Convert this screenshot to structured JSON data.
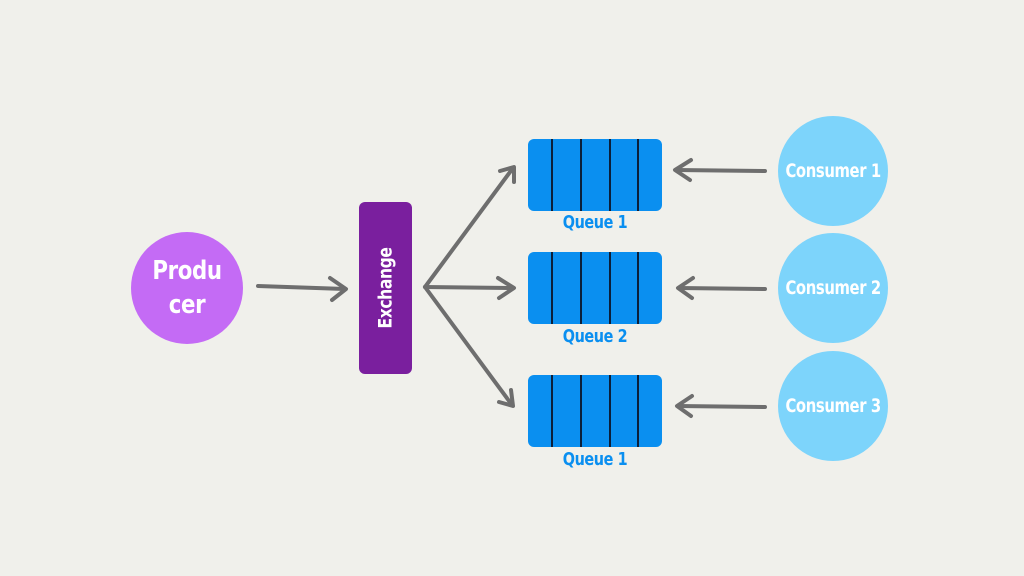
{
  "producer": {
    "label": "Producer"
  },
  "exchange": {
    "label": "Exchange"
  },
  "queues": [
    {
      "label": "Queue 1"
    },
    {
      "label": "Queue 2"
    },
    {
      "label": "Queue 1"
    }
  ],
  "consumers": [
    {
      "label": "Consumer 1"
    },
    {
      "label": "Consumer 2"
    },
    {
      "label": "Consumer 3"
    }
  ],
  "colors": {
    "background": "#f0f0eb",
    "producer": "#c46bf5",
    "exchange": "#7a1f9e",
    "queue": "#0a8ff0",
    "consumer": "#7dd4fb",
    "arrow": "#6e6e6e"
  }
}
